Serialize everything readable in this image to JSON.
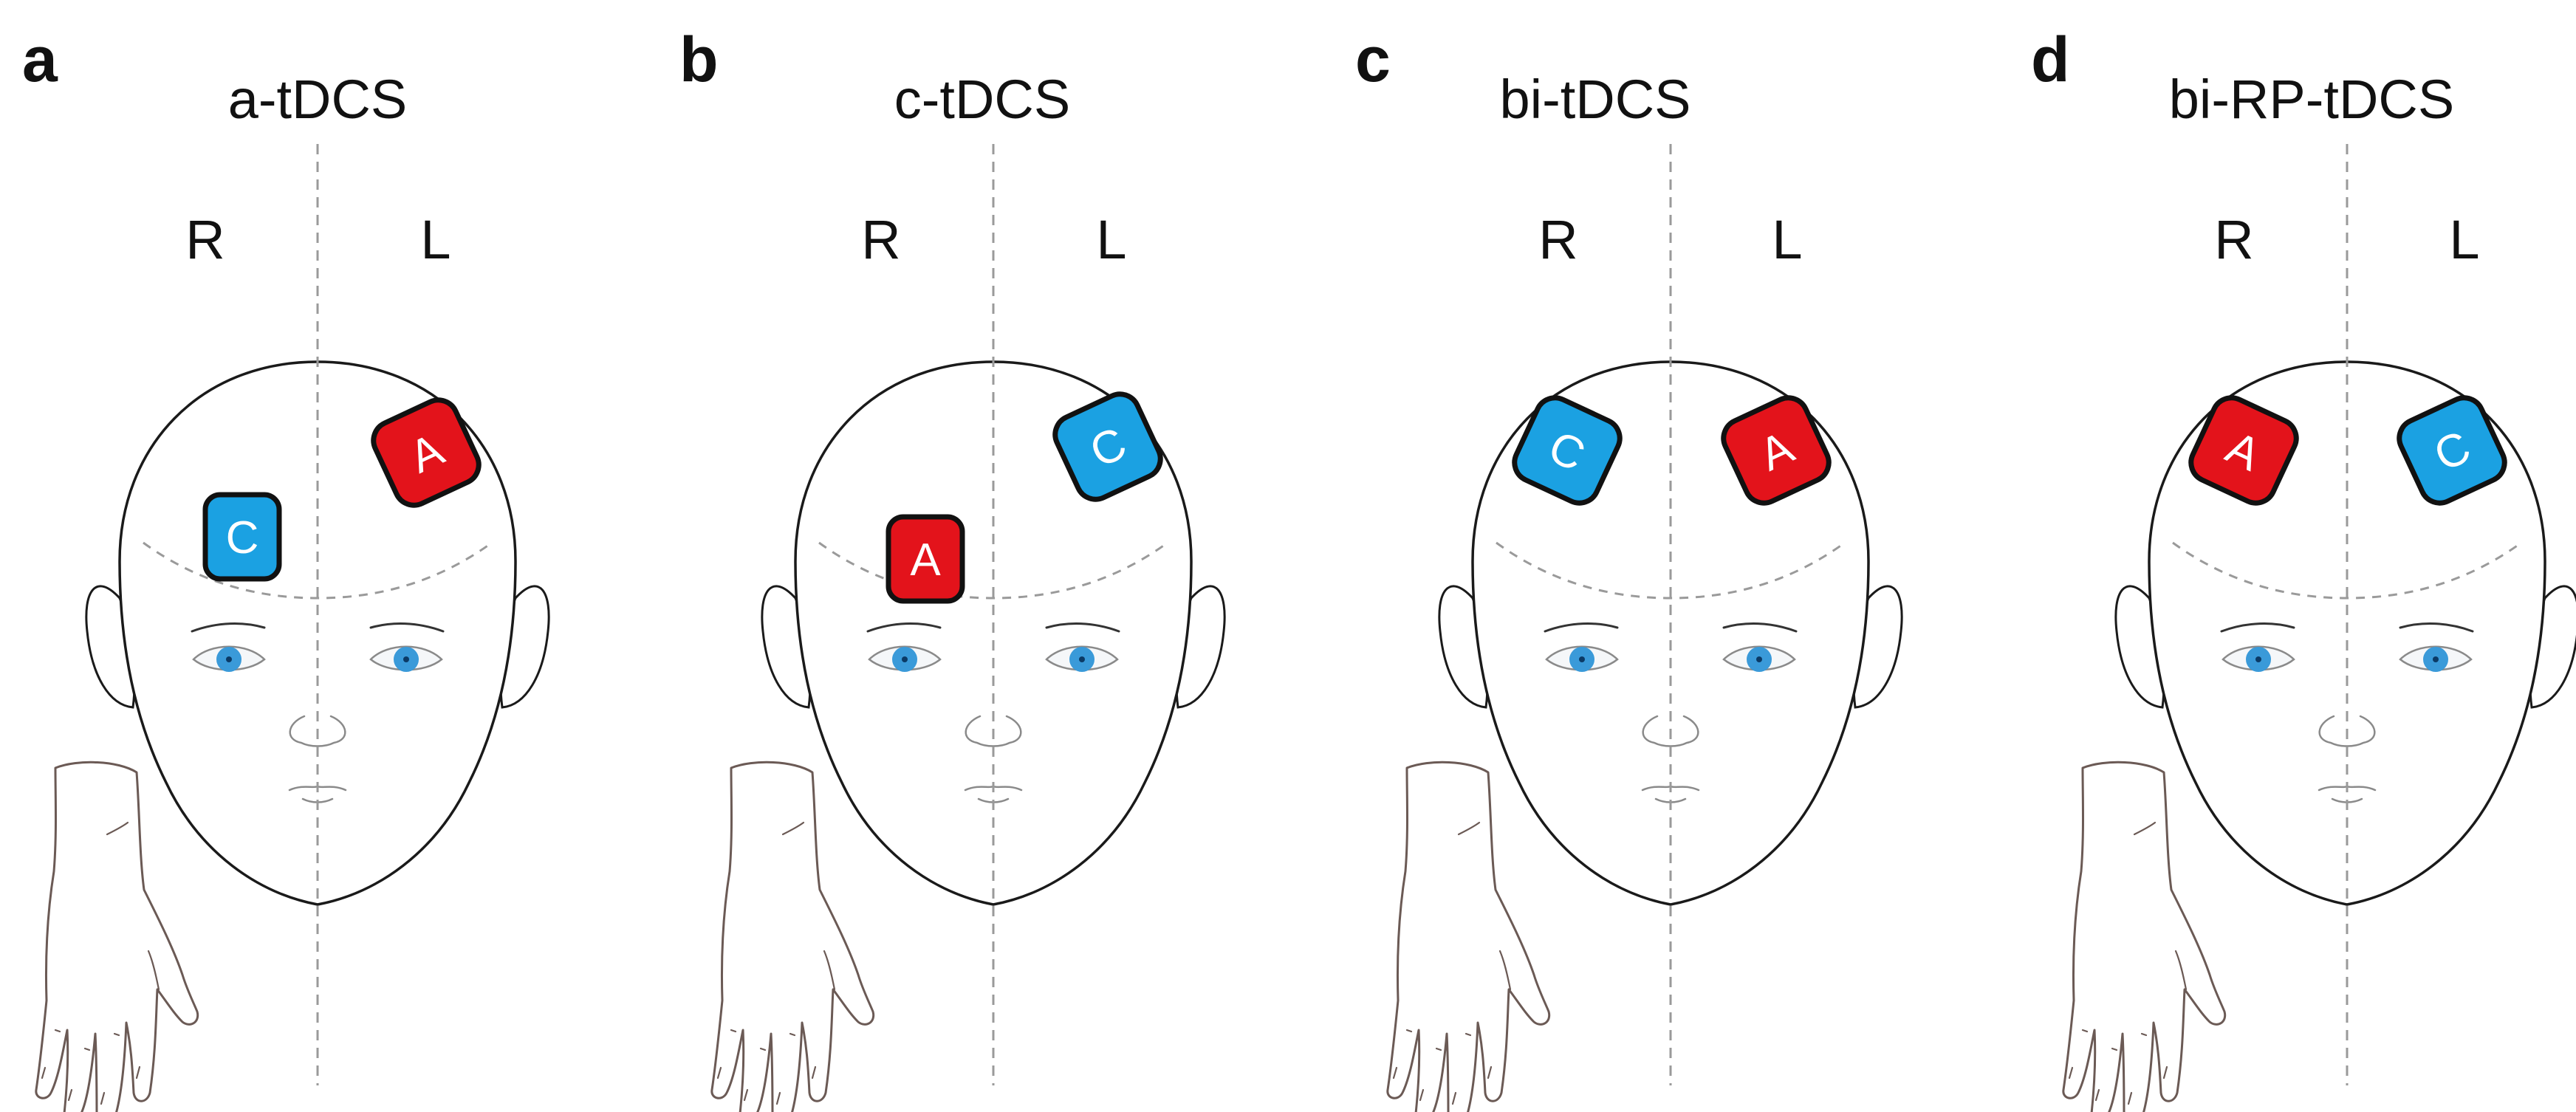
{
  "colors": {
    "anode": "#e3131b",
    "cathode": "#1ba1e2",
    "electrode_border": "#111111"
  },
  "panels": [
    {
      "letter": "a",
      "title": "a-tDCS",
      "right_label": "R",
      "left_label": "L",
      "electrodes": [
        {
          "label": "A",
          "type": "anode"
        },
        {
          "label": "C",
          "type": "cathode"
        }
      ]
    },
    {
      "letter": "b",
      "title": "c-tDCS",
      "right_label": "R",
      "left_label": "L",
      "electrodes": [
        {
          "label": "C",
          "type": "cathode"
        },
        {
          "label": "A",
          "type": "anode"
        }
      ]
    },
    {
      "letter": "c",
      "title": "bi-tDCS",
      "right_label": "R",
      "left_label": "L",
      "electrodes": [
        {
          "label": "C",
          "type": "cathode"
        },
        {
          "label": "A",
          "type": "anode"
        }
      ]
    },
    {
      "letter": "d",
      "title": "bi-RP-tDCS",
      "right_label": "R",
      "left_label": "L",
      "electrodes": [
        {
          "label": "A",
          "type": "anode"
        },
        {
          "label": "C",
          "type": "cathode"
        }
      ]
    }
  ]
}
